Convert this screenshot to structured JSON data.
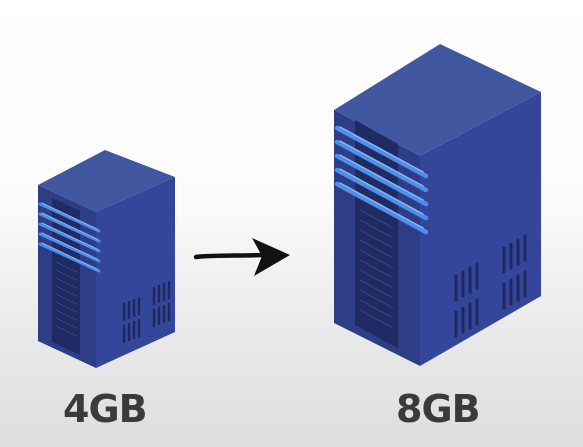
{
  "servers": [
    {
      "name": "small-server",
      "label": "4GB"
    },
    {
      "name": "large-server",
      "label": "8GB"
    }
  ],
  "colors": {
    "front": "#2d3d86",
    "side": "#34469a",
    "top": "#41579f",
    "bay": "#1f2b62",
    "slot": "#4f8de8",
    "vent": "#1d285e",
    "arrow": "#111111",
    "caption": "#3b3b3b"
  },
  "icons": [
    "server-rack-icon",
    "arrow-right-icon"
  ]
}
